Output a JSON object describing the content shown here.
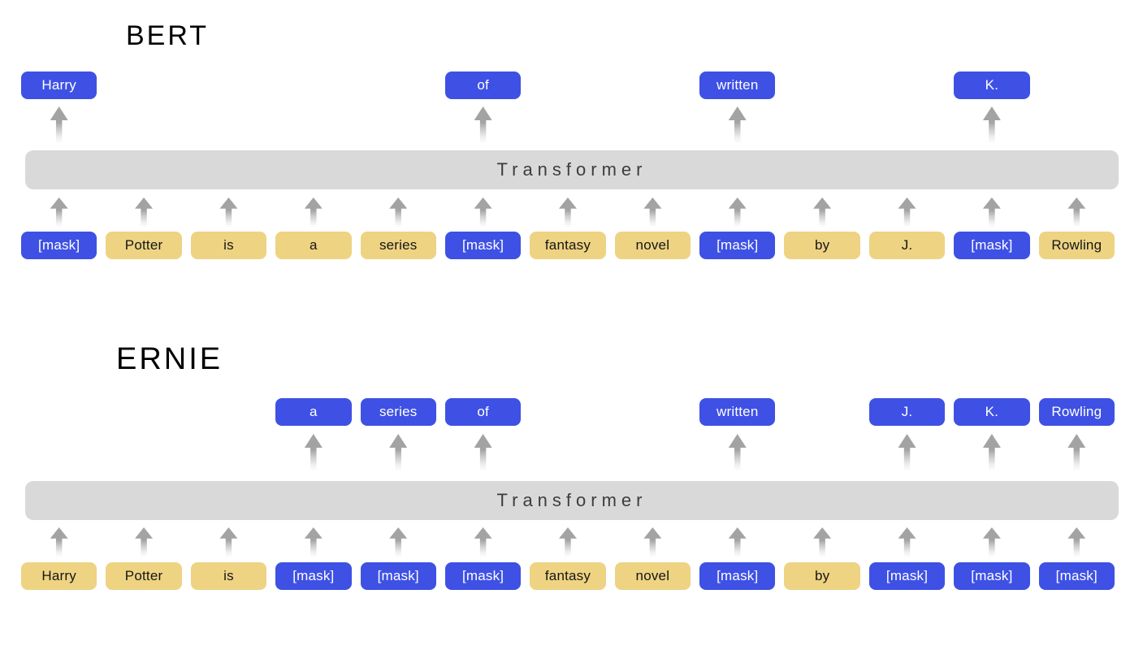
{
  "colors": {
    "masked_blue": "#3e51e4",
    "token_yellow": "#eed383",
    "bar_gray": "#d9d9d9",
    "arrow_gray": "#a3a3a3",
    "title_text": "#000000",
    "bar_text": "#3d3d3d",
    "blue_box_text": "#ffffff",
    "yellow_box_text": "#161616"
  },
  "bert": {
    "title": "BERT",
    "transformer_label": "Transformer",
    "outputs": [
      "Harry",
      null,
      null,
      null,
      null,
      "of",
      null,
      null,
      "written",
      null,
      null,
      "K.",
      null
    ],
    "inputs": [
      {
        "text": "[mask]",
        "masked": true
      },
      {
        "text": "Potter",
        "masked": false
      },
      {
        "text": "is",
        "masked": false
      },
      {
        "text": "a",
        "masked": false
      },
      {
        "text": "series",
        "masked": false
      },
      {
        "text": "[mask]",
        "masked": true
      },
      {
        "text": "fantasy",
        "masked": false
      },
      {
        "text": "novel",
        "masked": false
      },
      {
        "text": "[mask]",
        "masked": true
      },
      {
        "text": "by",
        "masked": false
      },
      {
        "text": "J.",
        "masked": false
      },
      {
        "text": "[mask]",
        "masked": true
      },
      {
        "text": "Rowling",
        "masked": false
      }
    ]
  },
  "ernie": {
    "title": "ERNIE",
    "transformer_label": "Transformer",
    "outputs": [
      null,
      null,
      null,
      "a",
      "series",
      "of",
      null,
      null,
      "written",
      null,
      "J.",
      "K.",
      "Rowling"
    ],
    "inputs": [
      {
        "text": "Harry",
        "masked": false
      },
      {
        "text": "Potter",
        "masked": false
      },
      {
        "text": "is",
        "masked": false
      },
      {
        "text": "[mask]",
        "masked": true
      },
      {
        "text": "[mask]",
        "masked": true
      },
      {
        "text": "[mask]",
        "masked": true
      },
      {
        "text": "fantasy",
        "masked": false
      },
      {
        "text": "novel",
        "masked": false
      },
      {
        "text": "[mask]",
        "masked": true
      },
      {
        "text": "by",
        "masked": false
      },
      {
        "text": "[mask]",
        "masked": true
      },
      {
        "text": "[mask]",
        "masked": true
      },
      {
        "text": "[mask]",
        "masked": true
      }
    ]
  }
}
